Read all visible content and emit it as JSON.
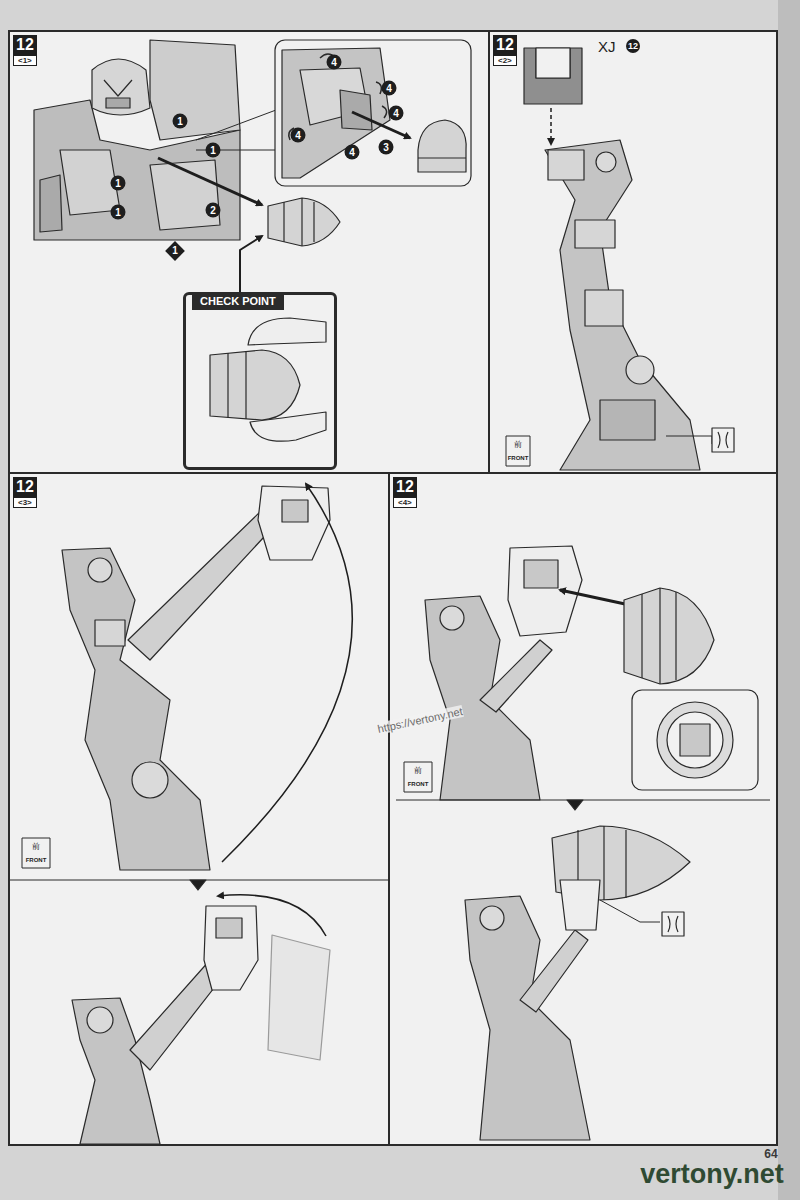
{
  "diagram": {
    "nodes": [
      {
        "text": [
          "12",
          "<1>"
        ]
      },
      {
        "text": [
          "CHECK POINT"
        ],
        "in": 0
      },
      {
        "text": [
          "12",
          "<2>"
        ]
      },
      {
        "text": [
          "12",
          "<3>"
        ]
      },
      {
        "text": [
          "12",
          "<4>"
        ]
      }
    ],
    "labels": [
      "1",
      "1",
      "1",
      "1",
      "1",
      "2",
      "4",
      "4",
      "4",
      "4",
      "4",
      "3",
      "XJ",
      "12",
      "前",
      "FRONT",
      "前",
      "FRONT",
      "前",
      "FRONT",
      "https://vertony.net",
      "vertony.net",
      "64"
    ]
  }
}
